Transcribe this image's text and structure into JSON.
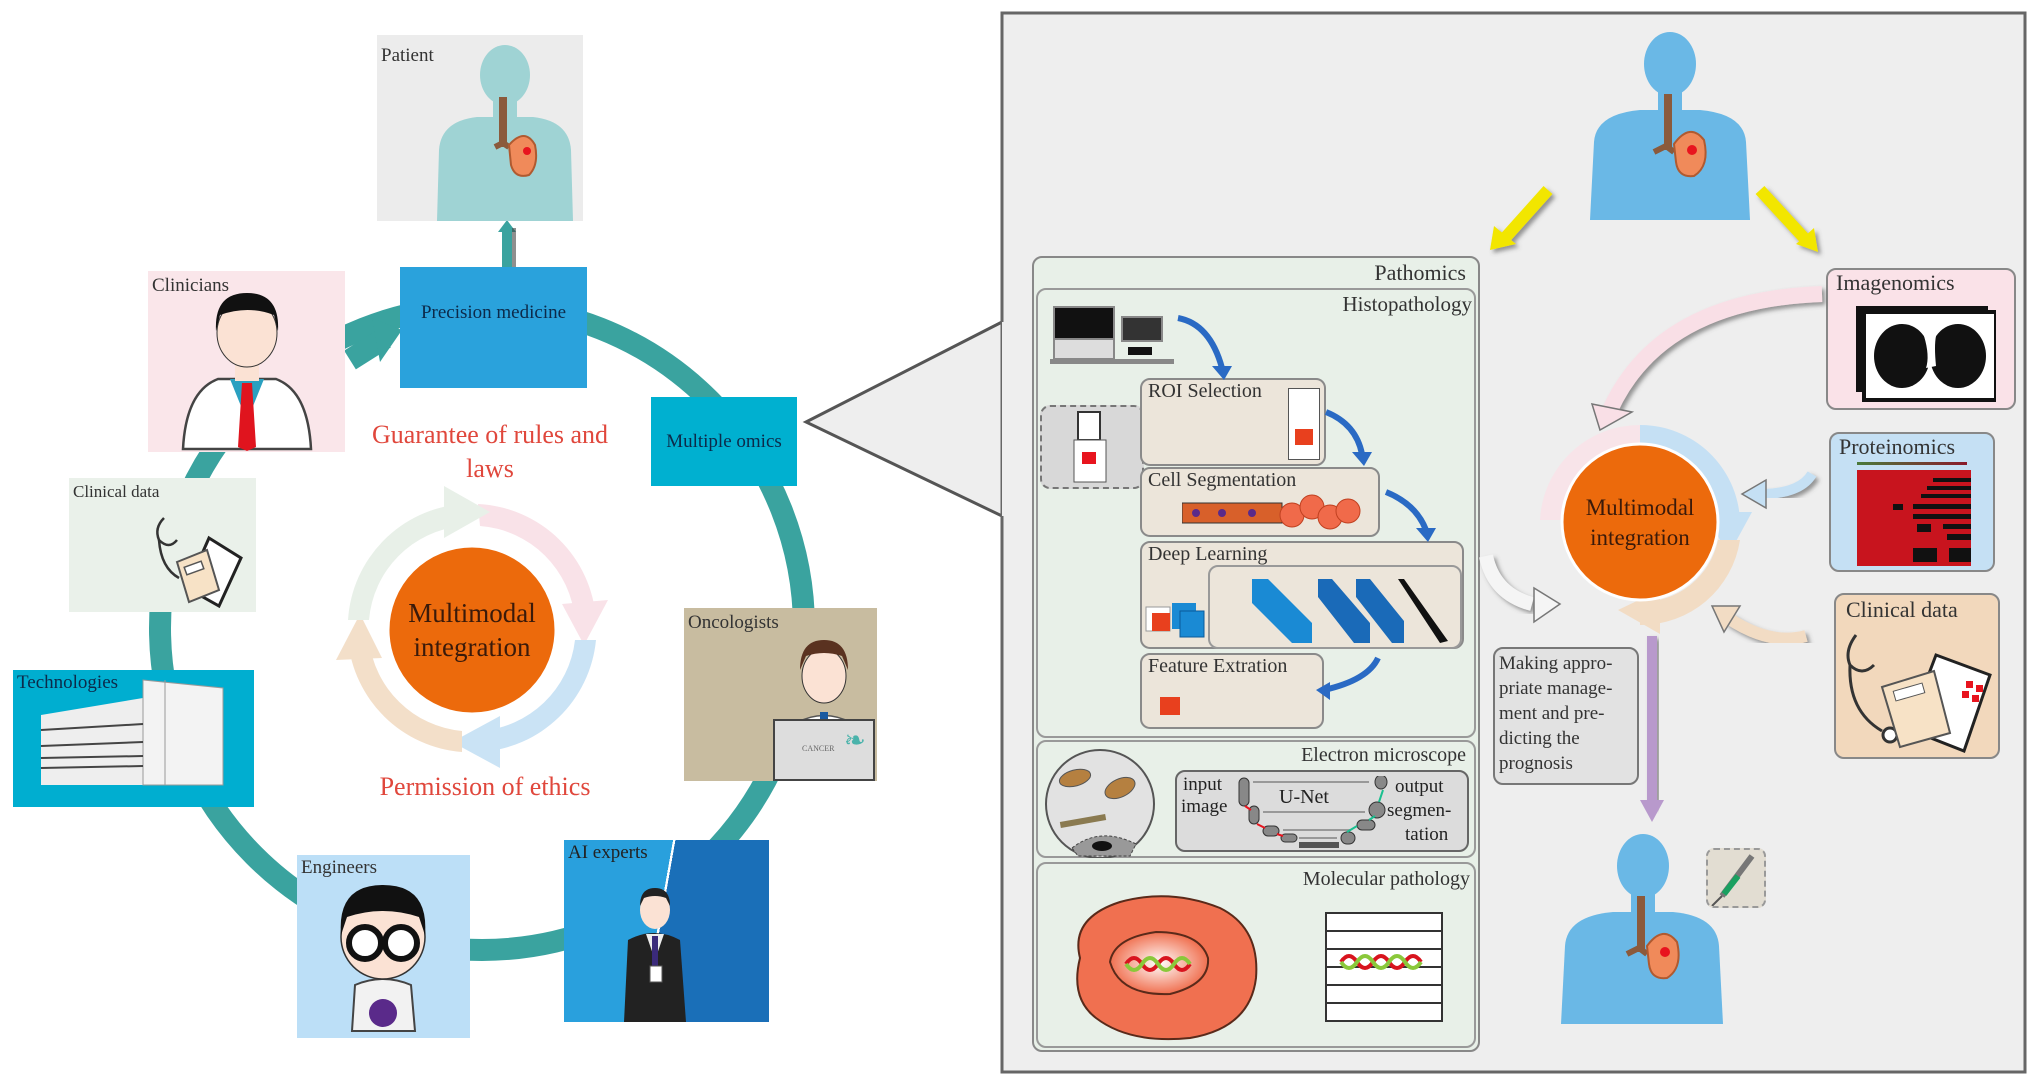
{
  "left_cycle": {
    "patient": "Patient",
    "precision_medicine": "Precision medicine",
    "multiple_omics": "Multiple omics",
    "clinicians": "Clinicians",
    "clinical_data": "Clinical data",
    "technologies": "Technologies",
    "engineers": "Engineers",
    "ai_experts": "AI experts",
    "oncologists": "Oncologists",
    "oncologist_sign": "CANCER",
    "center": {
      "line1": "Multimodal",
      "line2": "integration"
    },
    "rules_text": {
      "line1": "Guarantee of rules and",
      "line2": "laws"
    },
    "ethics_text": "Permission of ethics"
  },
  "right_panel": {
    "pathomics": {
      "title": "Pathomics",
      "histopathology": {
        "title": "Histopathology",
        "steps": [
          "ROI  Selection",
          "Cell Segmentation",
          "Deep Learning",
          "Feature Extration"
        ]
      },
      "electron_microscope": {
        "title": "Electron microscope",
        "unet": "U-Net",
        "input_line1": "input",
        "input_line2": "image",
        "output_line1": "output",
        "output_line2": "segmen-",
        "output_line3": "tation"
      },
      "molecular_pathology": {
        "title": "Molecular pathology"
      }
    },
    "imagenomics": "Imagenomics",
    "proteinomics": "Proteinomics",
    "clinical_data": "Clinical data",
    "center": {
      "line1": "Multimodal",
      "line2": "integration"
    },
    "management_note": [
      "Making appro-",
      "priate manage-",
      "ment and pre-",
      "dicting the",
      "prognosis"
    ]
  },
  "colors": {
    "ring_teal": "#3aa39f",
    "precision_blue": "#2aa2dc",
    "omics_cyan": "#00b0d0",
    "orange": "#ec6a0c",
    "red_text": "#e0473c",
    "patient_teal": "#9fd3d4",
    "patient_blue": "#6ab8e6",
    "yellow_arrow": "#f2e600",
    "purple_arrow": "#b899cc"
  }
}
